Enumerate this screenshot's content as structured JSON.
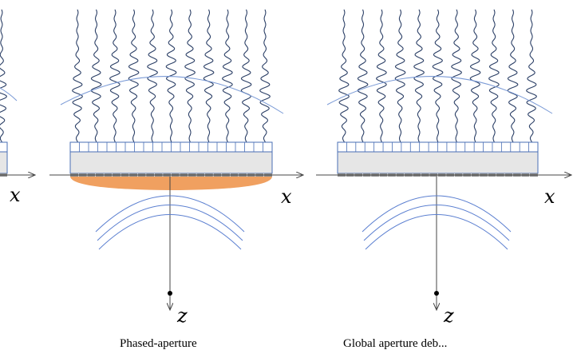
{
  "panels": [
    {
      "id": "left-partial",
      "x_label": "x",
      "z_label": "",
      "caption": ""
    },
    {
      "id": "middle",
      "x_label": "x",
      "z_label": "z",
      "caption": "Phased-aperture"
    },
    {
      "id": "right",
      "x_label": "x",
      "z_label": "z",
      "caption": "Global aperture deb... "
    }
  ],
  "colors": {
    "wave": "#2b3f66",
    "guide_curve": "#7a9ad6",
    "wavefront": "#5b7fd0",
    "array_outline": "#4a6fb5",
    "array_fill": "#e6e6e6",
    "element_strip": "#8c8c8c",
    "lens": "#f0a060",
    "axis": "#444444"
  }
}
